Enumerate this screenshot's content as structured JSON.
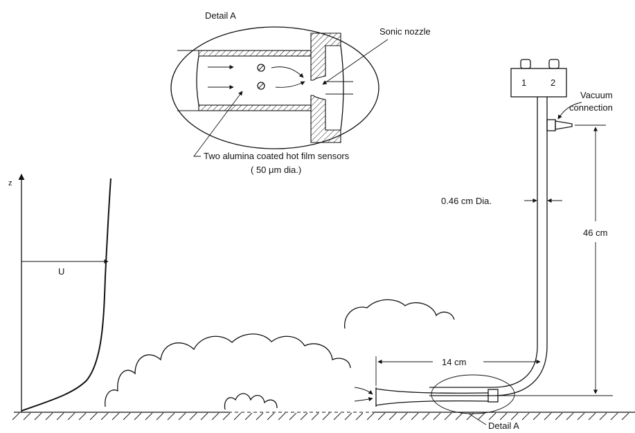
{
  "labels": {
    "detail_a_title": "Detail A",
    "sonic_nozzle": "Sonic nozzle",
    "sensors_line1": "Two alumina coated hot film sensors",
    "sensors_line2": "( 50 μm dia.)",
    "z_axis": "z",
    "u_label": "U",
    "diameter": "0.46 cm Dia.",
    "height": "46 cm",
    "length": "14 cm",
    "vacuum_line1": "Vacuum",
    "vacuum_line2": "connection",
    "port_1": "1",
    "port_2": "2",
    "detail_a_callout": "Detail A"
  }
}
